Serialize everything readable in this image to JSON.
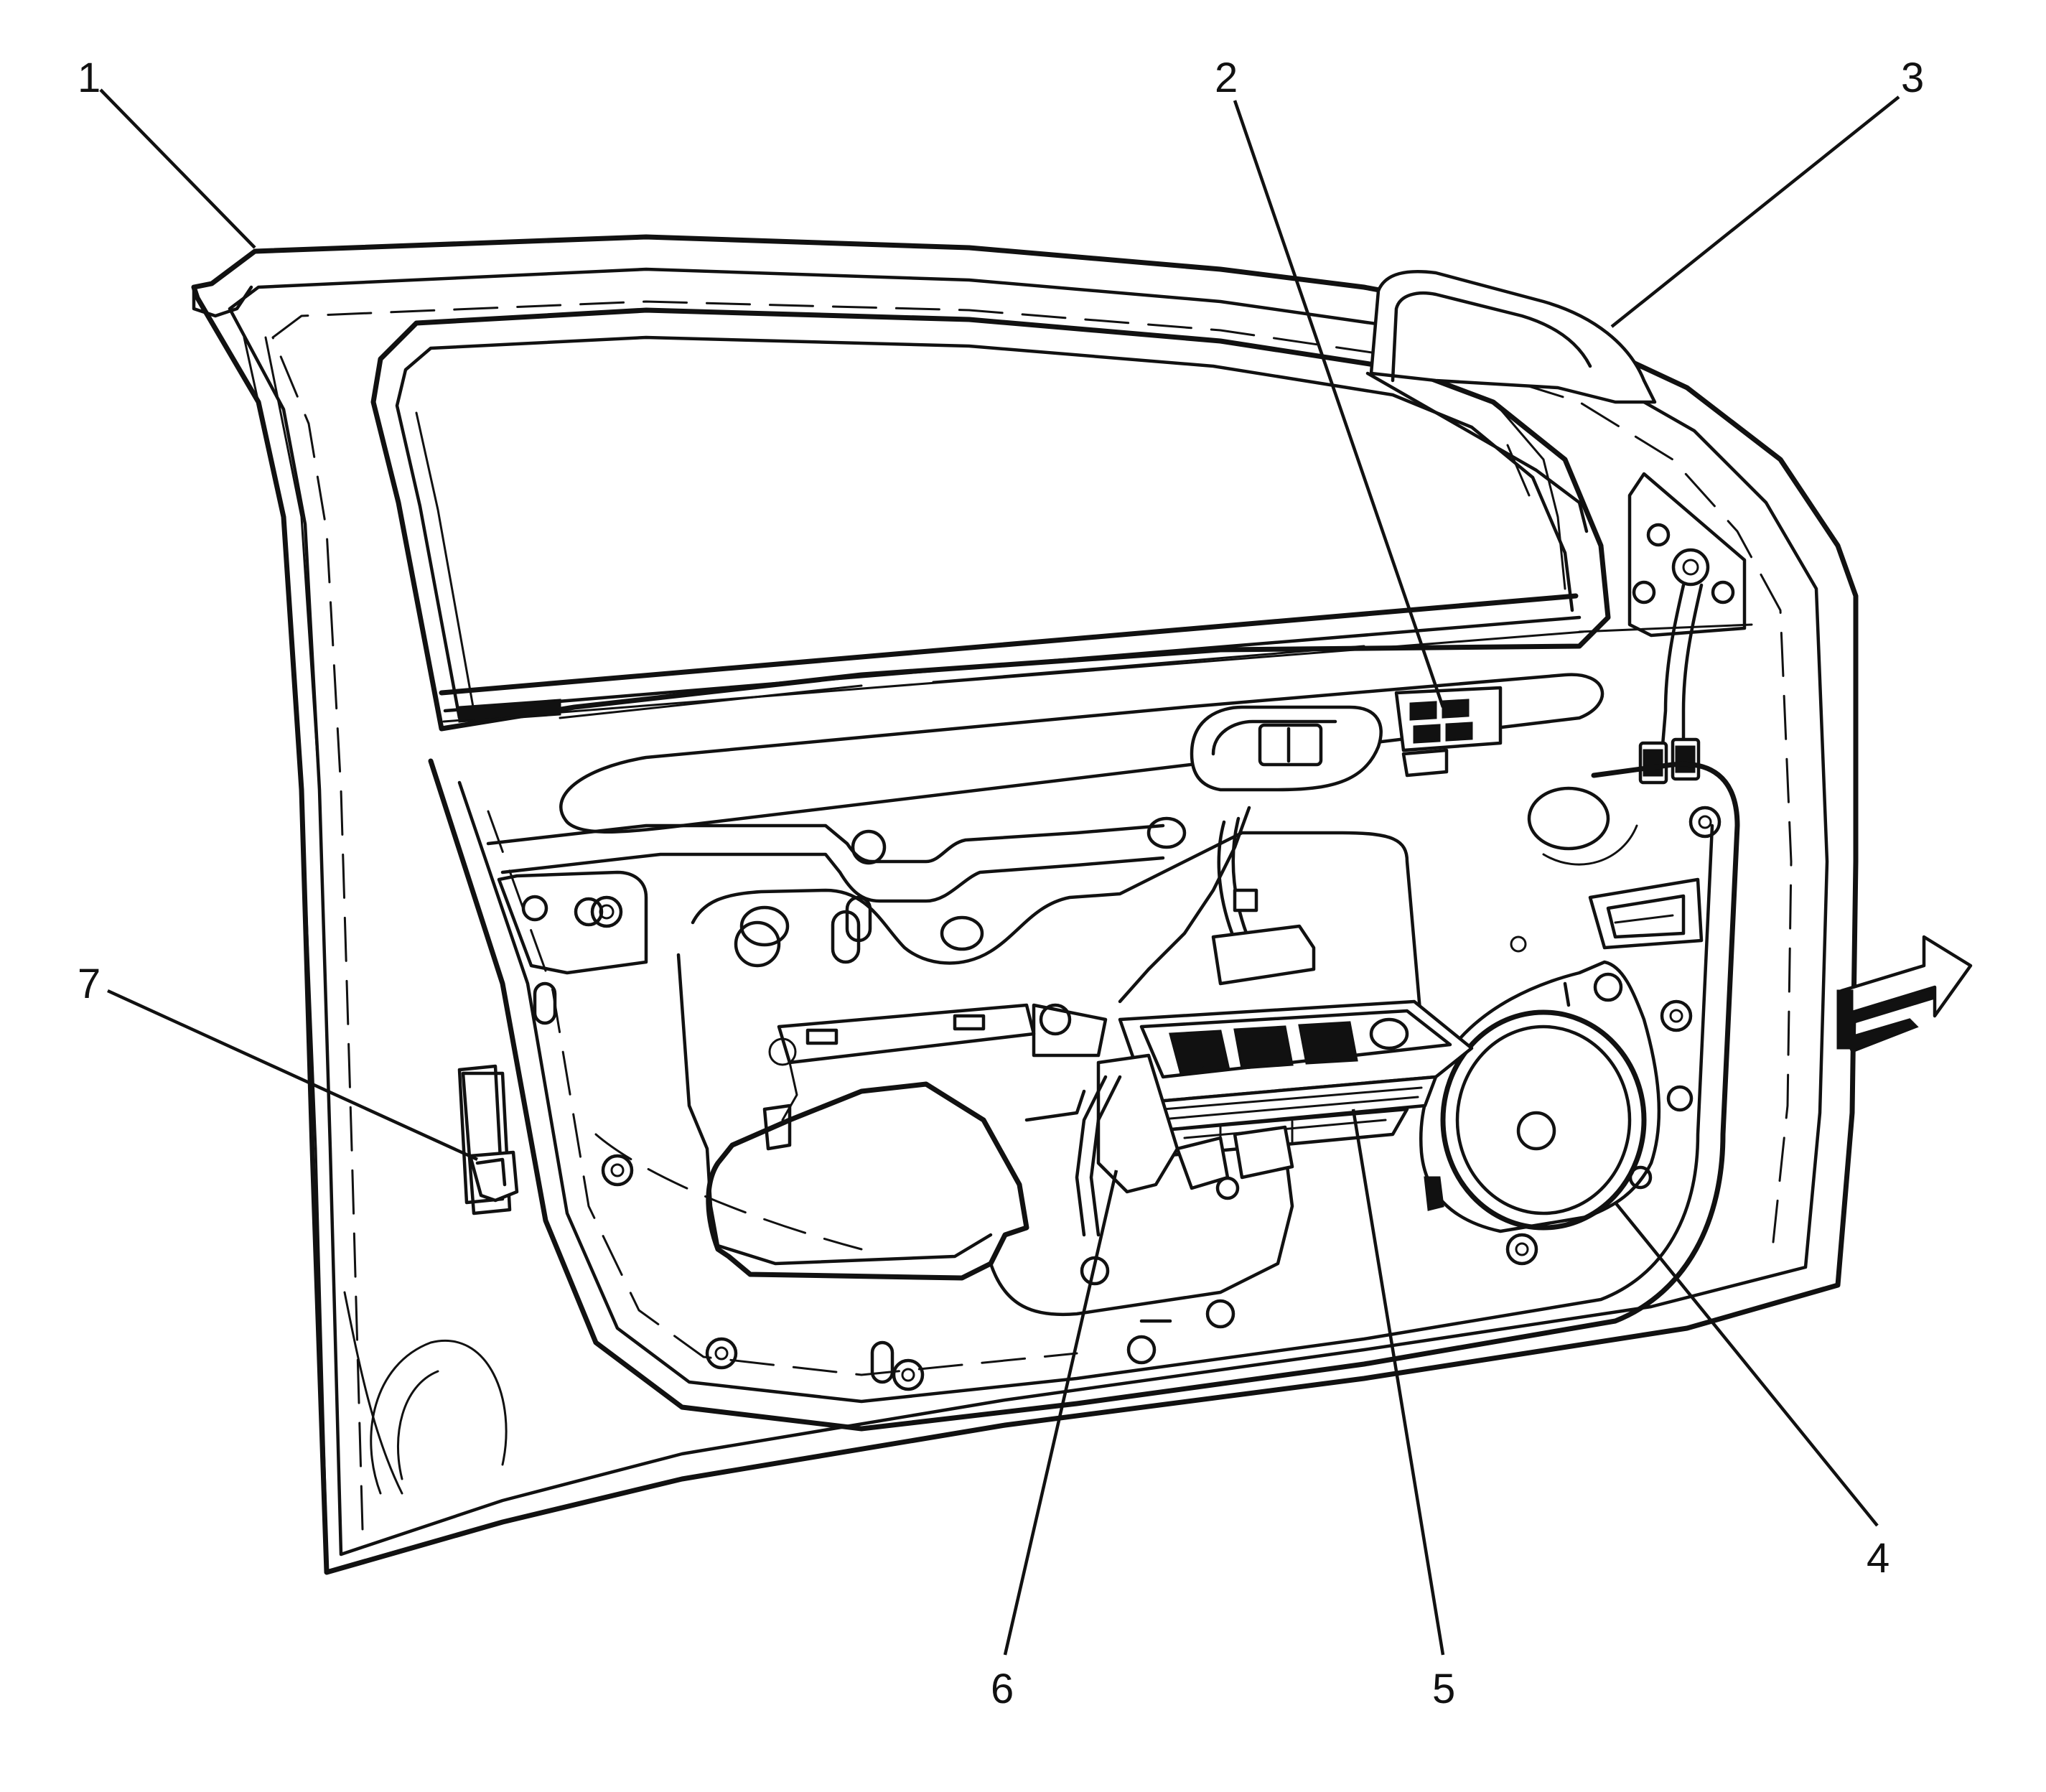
{
  "callouts": [
    {
      "id": "1",
      "label": "1"
    },
    {
      "id": "2",
      "label": "2"
    },
    {
      "id": "3",
      "label": "3"
    },
    {
      "id": "4",
      "label": "4"
    },
    {
      "id": "5",
      "label": "5"
    },
    {
      "id": "6",
      "label": "6"
    },
    {
      "id": "7",
      "label": "7"
    }
  ],
  "colors": {
    "line": "#111111",
    "background": "#ffffff"
  },
  "icons": {
    "direction_arrow": "forward-arrow-icon"
  }
}
